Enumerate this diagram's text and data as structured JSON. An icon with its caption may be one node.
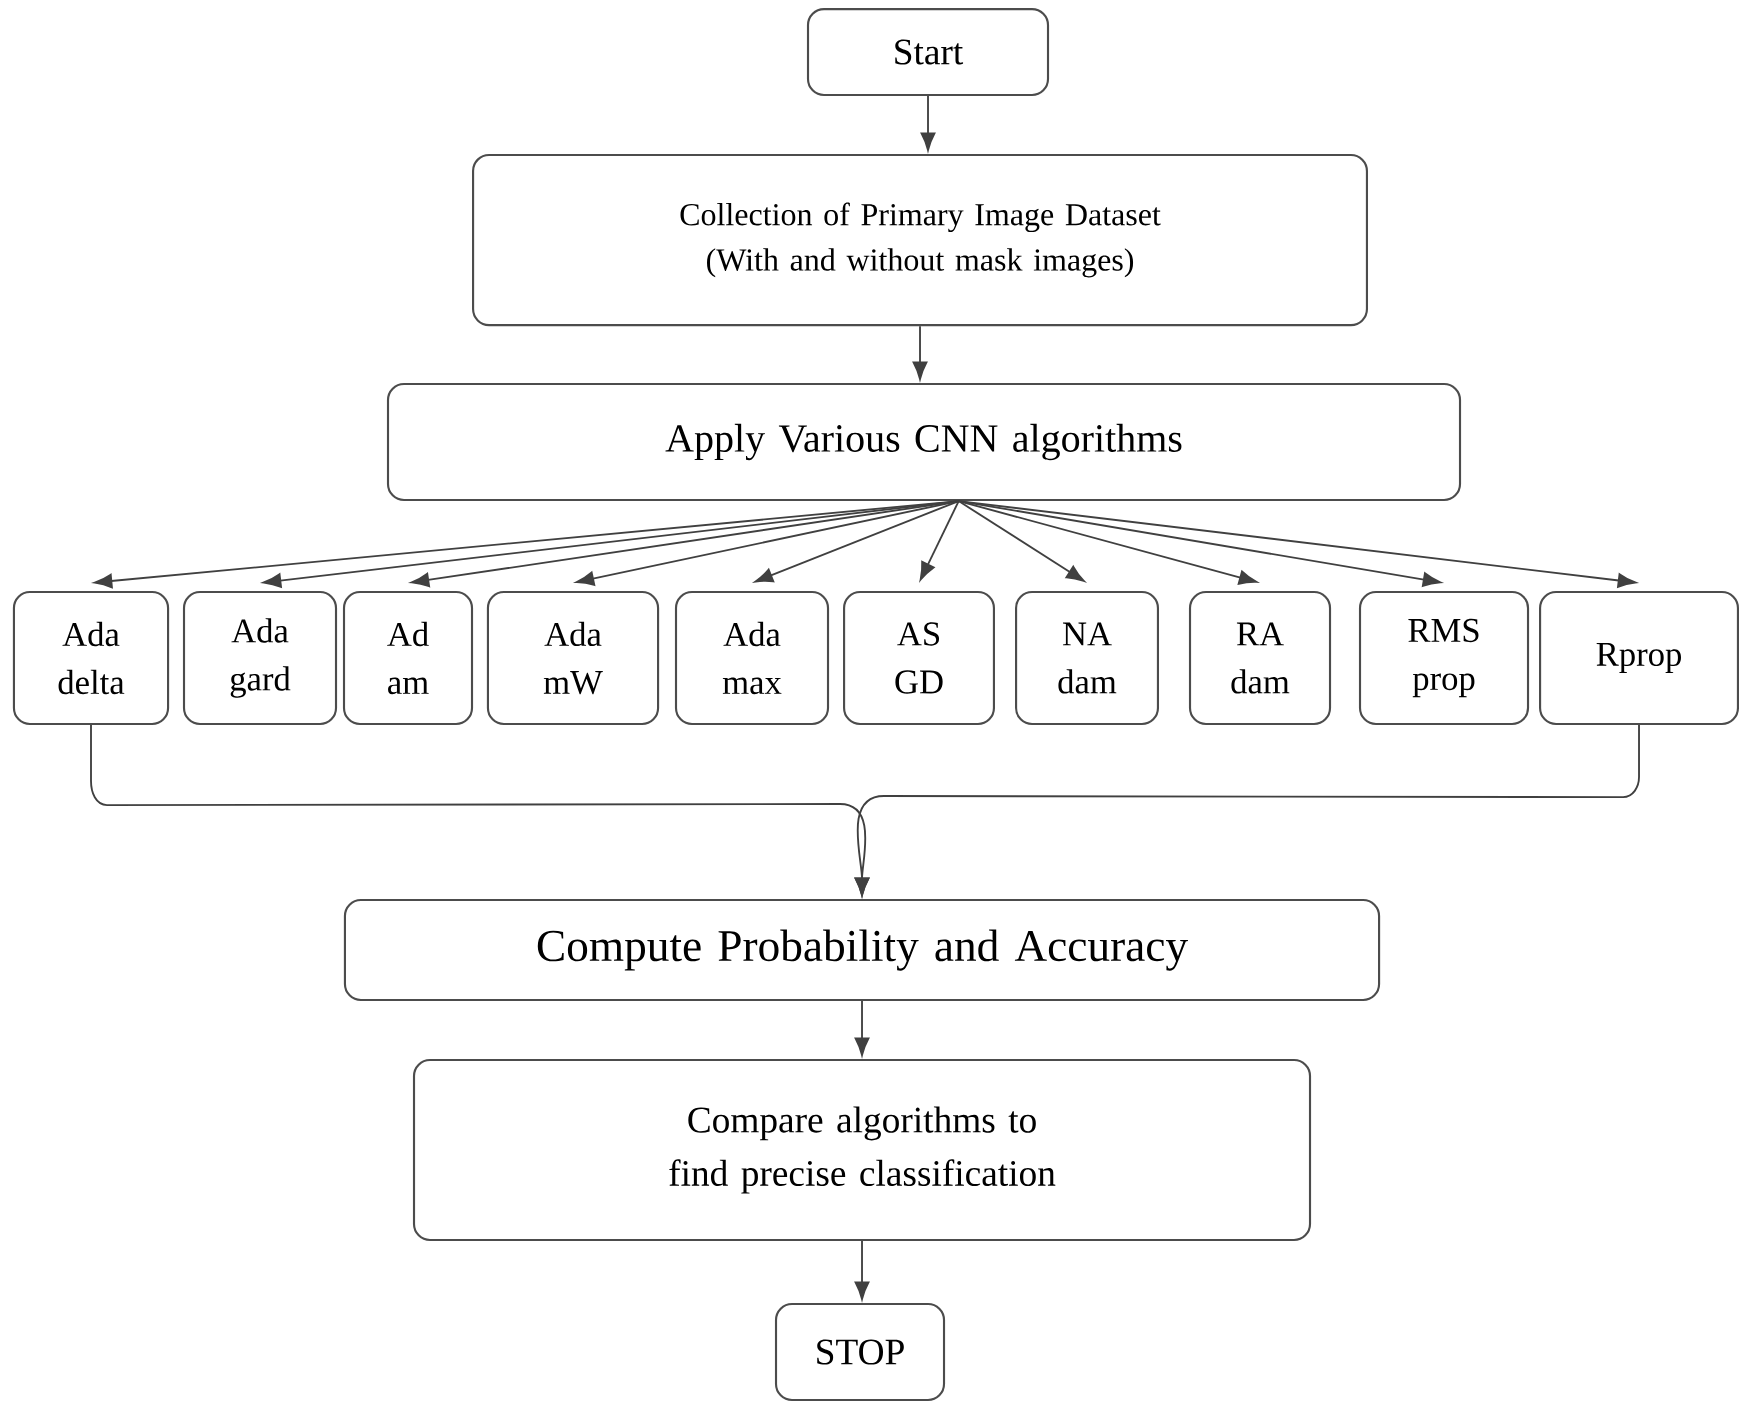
{
  "diagram": {
    "nodes": [
      {
        "text": [
          "Start"
        ]
      },
      {
        "text": [
          "Collection of Primary Image Dataset (With and without mask images)"
        ]
      },
      {
        "text": [
          "Apply Various CNN algorithms"
        ]
      },
      {
        "text": [
          "Ada delta"
        ]
      },
      {
        "text": [
          "Ada gard"
        ]
      },
      {
        "text": [
          "Ad am"
        ]
      },
      {
        "text": [
          "Ada mW"
        ]
      },
      {
        "text": [
          "Ada max"
        ]
      },
      {
        "text": [
          "AS GD"
        ]
      },
      {
        "text": [
          "NA dam"
        ]
      },
      {
        "text": [
          "RA dam"
        ]
      },
      {
        "text": [
          "RMS prop"
        ]
      },
      {
        "text": [
          "Rprop"
        ]
      },
      {
        "text": [
          "Compute Probability and Accuracy"
        ]
      },
      {
        "text": [
          "Compare algorithms to find precise classification"
        ]
      },
      {
        "text": [
          "STOP"
        ]
      }
    ],
    "edges": [
      {
        "from": 0,
        "to": 1,
        "arrow": "to"
      },
      {
        "from": 1,
        "to": 2,
        "arrow": "to"
      },
      {
        "from": 2,
        "to": 3,
        "arrow": "to"
      },
      {
        "from": 2,
        "to": 4,
        "arrow": "to"
      },
      {
        "from": 2,
        "to": 5,
        "arrow": "to"
      },
      {
        "from": 2,
        "to": 6,
        "arrow": "to"
      },
      {
        "from": 2,
        "to": 7,
        "arrow": "to"
      },
      {
        "from": 2,
        "to": 8,
        "arrow": "to"
      },
      {
        "from": 2,
        "to": 9,
        "arrow": "to"
      },
      {
        "from": 2,
        "to": 10,
        "arrow": "to"
      },
      {
        "from": 2,
        "to": 11,
        "arrow": "to"
      },
      {
        "from": 2,
        "to": 12,
        "arrow": "to"
      },
      {
        "from": 3,
        "to": 13,
        "arrow": "to"
      },
      {
        "from": 12,
        "to": 13,
        "arrow": "to"
      },
      {
        "from": 13,
        "to": 14,
        "arrow": "to"
      },
      {
        "from": 14,
        "to": 15,
        "arrow": "to"
      }
    ]
  }
}
